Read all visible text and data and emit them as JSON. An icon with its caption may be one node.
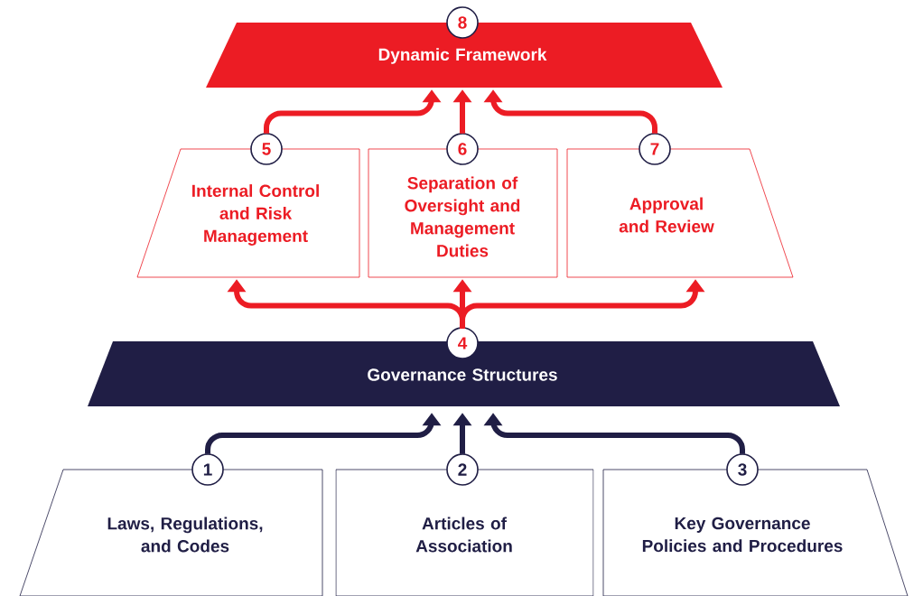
{
  "diagram": {
    "nodes": [
      {
        "text": [
          "8",
          "Dynamic Framework"
        ]
      },
      {
        "text": [
          "5",
          "Internal Control and Risk Management"
        ]
      },
      {
        "text": [
          "6",
          "Separation of Oversight and Management Duties"
        ]
      },
      {
        "text": [
          "7",
          "Approval and Review"
        ]
      },
      {
        "text": [
          "4",
          "Governance Structures"
        ]
      },
      {
        "text": [
          "1",
          "Laws, Regulations, and Codes"
        ]
      },
      {
        "text": [
          "2",
          "Articles of Association"
        ]
      },
      {
        "text": [
          "3",
          "Key Governance Policies and Procedures"
        ]
      }
    ],
    "edges": [
      {
        "from": 5,
        "to": 4,
        "arrow": "to",
        "color": "#201e45"
      },
      {
        "from": 6,
        "to": 4,
        "arrow": "to",
        "color": "#201e45"
      },
      {
        "from": 7,
        "to": 4,
        "arrow": "to",
        "color": "#201e45"
      },
      {
        "from": 4,
        "to": 1,
        "arrow": "to"
      },
      {
        "from": 4,
        "to": 2,
        "arrow": "to"
      },
      {
        "from": 4,
        "to": 3,
        "arrow": "to"
      },
      {
        "from": 1,
        "to": 0,
        "arrow": "to"
      },
      {
        "from": 2,
        "to": 0,
        "arrow": "to"
      },
      {
        "from": 3,
        "to": 0,
        "arrow": "to"
      }
    ]
  }
}
